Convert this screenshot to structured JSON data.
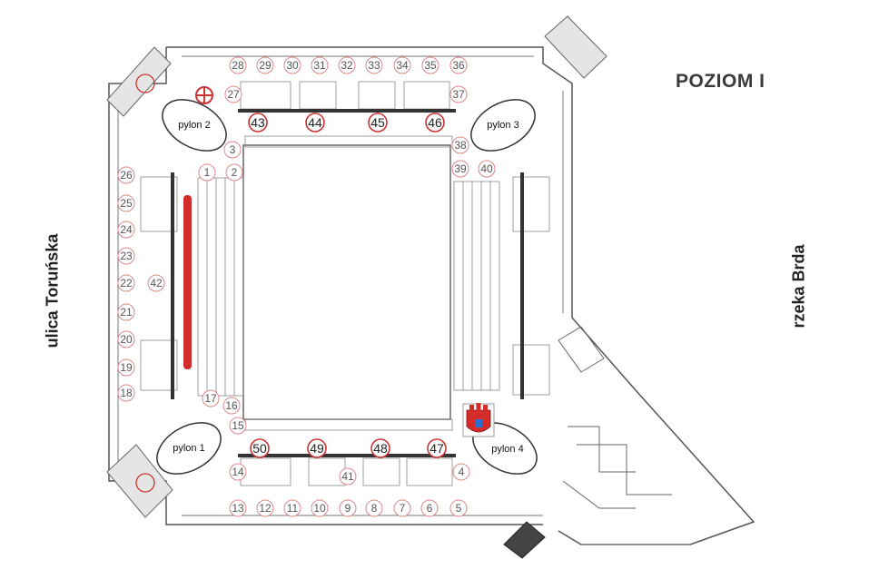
{
  "level": "POZIOM I",
  "left_street": "ulica Toruńska",
  "right_river": "rzeka Brda",
  "pylons": [
    {
      "id": "p2",
      "label": "pylon 2"
    },
    {
      "id": "p3",
      "label": "pylon 3"
    },
    {
      "id": "p1",
      "label": "pylon 1"
    },
    {
      "id": "p4",
      "label": "pylon 4"
    }
  ],
  "gates_small": [
    "1",
    "2",
    "3",
    "4",
    "5",
    "6",
    "7",
    "8",
    "9",
    "10",
    "11",
    "12",
    "13",
    "14",
    "15",
    "16",
    "17",
    "18",
    "19",
    "20",
    "21",
    "22",
    "23",
    "24",
    "25",
    "26",
    "27",
    "28",
    "29",
    "30",
    "31",
    "32",
    "33",
    "34",
    "35",
    "36",
    "37",
    "38",
    "39",
    "40",
    "41",
    "42"
  ],
  "gates_large": [
    "43",
    "44",
    "45",
    "46",
    "47",
    "48",
    "49",
    "50"
  ],
  "colors": {
    "accent_red": "#d42b2b",
    "circle_red": "#cc3333",
    "wall": "#555555"
  },
  "icons": {
    "first_aid": "first-aid-icon",
    "city_crest": "city-crest-icon"
  }
}
